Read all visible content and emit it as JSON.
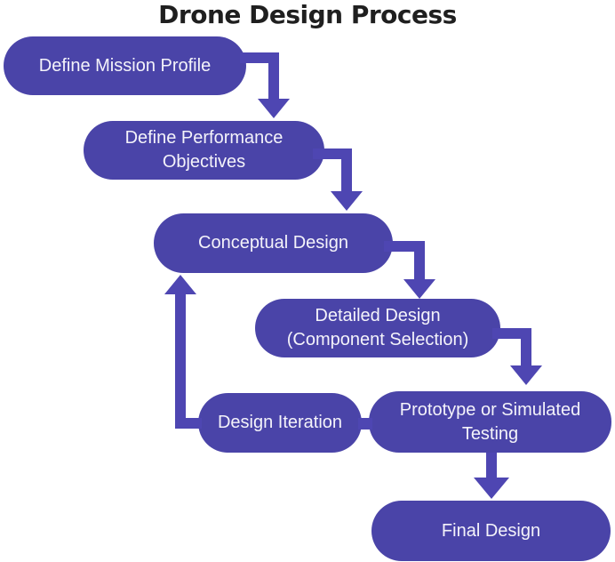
{
  "title": "Drone Design Process",
  "colors": {
    "node_fill": "#4a44a8",
    "arrow": "#4e46b2",
    "title_color": "#1f1f1f",
    "node_text": "#f4f3fa",
    "background": "#ffffff"
  },
  "nodes": [
    {
      "id": "define-mission-profile",
      "lines": [
        "Define Mission Profile"
      ]
    },
    {
      "id": "define-performance-objectives",
      "lines": [
        "Define Performance",
        "Objectives"
      ]
    },
    {
      "id": "conceptual-design",
      "lines": [
        "Conceptual Design"
      ]
    },
    {
      "id": "detailed-design",
      "lines": [
        "Detailed Design",
        "(Component Selection)"
      ]
    },
    {
      "id": "design-iteration",
      "lines": [
        "Design Iteration"
      ]
    },
    {
      "id": "prototype-or-simulated-testing",
      "lines": [
        "Prototype or Simulated",
        "Testing"
      ]
    },
    {
      "id": "final-design",
      "lines": [
        "Final Design"
      ]
    }
  ],
  "edges": [
    {
      "from": "Define Mission Profile",
      "to": "Define Performance Objectives",
      "type": "arrow"
    },
    {
      "from": "Define Performance Objectives",
      "to": "Conceptual Design",
      "type": "arrow"
    },
    {
      "from": "Conceptual Design",
      "to": "Detailed Design (Component Selection)",
      "type": "arrow"
    },
    {
      "from": "Detailed Design (Component Selection)",
      "to": "Prototype or Simulated Testing",
      "type": "arrow"
    },
    {
      "from": "Prototype or Simulated Testing",
      "to": "Final Design",
      "type": "arrow"
    },
    {
      "from": "Design Iteration",
      "to": "Conceptual Design",
      "type": "feedback-arrow"
    },
    {
      "from": "Design Iteration",
      "to": "Prototype or Simulated Testing",
      "type": "plain-link"
    }
  ]
}
